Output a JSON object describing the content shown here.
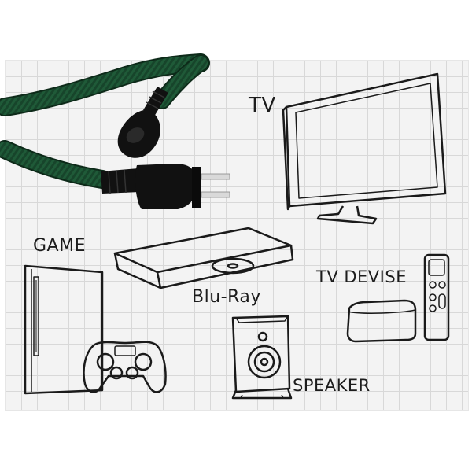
{
  "labels": {
    "tv": "TV",
    "game": "GAME",
    "bluray": "Blu-Ray",
    "tv_device": "TV DEVISE",
    "speaker": "SPEAKER"
  },
  "colors": {
    "cable_green": "#1f5a38",
    "plug_black": "#111111",
    "sketch_line": "#1a1a1a",
    "grid_background": "#f3f3f3",
    "grid_line": "#d8d8d8"
  }
}
